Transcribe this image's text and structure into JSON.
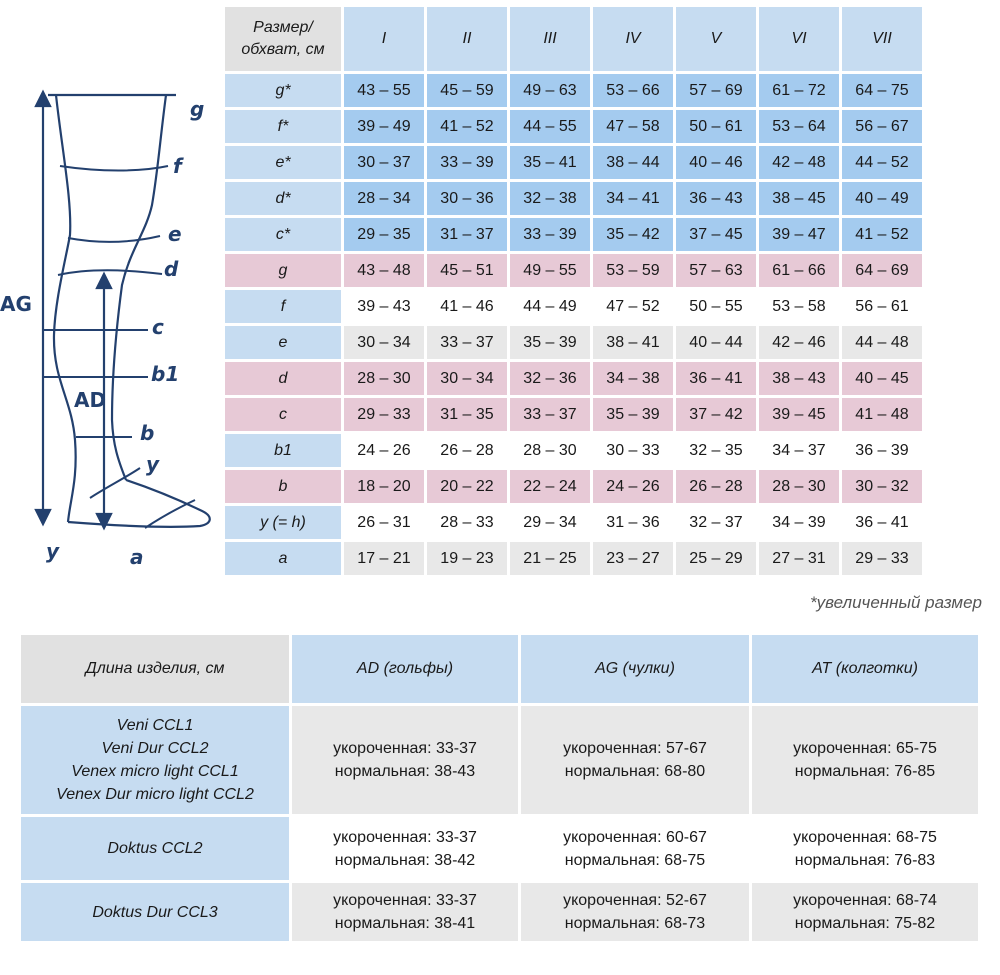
{
  "diagram": {
    "labels": {
      "g": "g",
      "f": "f",
      "e": "e",
      "d": "d",
      "c": "c",
      "b1": "b1",
      "b": "b",
      "y_ankle": "y",
      "y_heel": "y",
      "a": "a",
      "AG": "AG",
      "AD": "AD"
    }
  },
  "size_table": {
    "header_label_line1": "Размер/",
    "header_label_line2": "обхват, см",
    "sizes": [
      "I",
      "II",
      "III",
      "IV",
      "V",
      "VI",
      "VII"
    ],
    "rows": [
      {
        "label": "g*",
        "style": "blue",
        "values": [
          "43 – 55",
          "45 – 59",
          "49 – 63",
          "53 – 66",
          "57 – 69",
          "61 – 72",
          "64 – 75"
        ]
      },
      {
        "label": "f*",
        "style": "blue",
        "values": [
          "39 – 49",
          "41 – 52",
          "44 – 55",
          "47 – 58",
          "50 – 61",
          "53 – 64",
          "56 – 67"
        ]
      },
      {
        "label": "e*",
        "style": "blue",
        "values": [
          "30 – 37",
          "33 – 39",
          "35 – 41",
          "38 – 44",
          "40 – 46",
          "42 – 48",
          "44 – 52"
        ]
      },
      {
        "label": "d*",
        "style": "blue",
        "values": [
          "28 – 34",
          "30 – 36",
          "32 – 38",
          "34 – 41",
          "36 – 43",
          "38 – 45",
          "40 – 49"
        ]
      },
      {
        "label": "c*",
        "style": "blue",
        "values": [
          "29 – 35",
          "31 – 37",
          "33 – 39",
          "35 – 42",
          "37 – 45",
          "39 – 47",
          "41 – 52"
        ]
      },
      {
        "label": "g",
        "style": "pink",
        "values": [
          "43 – 48",
          "45 – 51",
          "49 – 55",
          "53 – 59",
          "57 – 63",
          "61 – 66",
          "64 – 69"
        ]
      },
      {
        "label": "f",
        "style": "white",
        "values": [
          "39 – 43",
          "41 – 46",
          "44 – 49",
          "47 – 52",
          "50 – 55",
          "53 – 58",
          "56 – 61"
        ]
      },
      {
        "label": "e",
        "style": "grey",
        "values": [
          "30 – 34",
          "33 – 37",
          "35 – 39",
          "38 – 41",
          "40 – 44",
          "42 – 46",
          "44 – 48"
        ]
      },
      {
        "label": "d",
        "style": "pink",
        "values": [
          "28 – 30",
          "30 – 34",
          "32 – 36",
          "34 – 38",
          "36 – 41",
          "38 – 43",
          "40 – 45"
        ]
      },
      {
        "label": "c",
        "style": "pink",
        "values": [
          "29 – 33",
          "31 – 35",
          "33 – 37",
          "35 – 39",
          "37 – 42",
          "39 – 45",
          "41 – 48"
        ]
      },
      {
        "label": "b1",
        "style": "white",
        "values": [
          "24 – 26",
          "26 – 28",
          "28 – 30",
          "30 – 33",
          "32 – 35",
          "34 – 37",
          "36 – 39"
        ]
      },
      {
        "label": "b",
        "style": "pink",
        "values": [
          "18 – 20",
          "20 – 22",
          "22 – 24",
          "24 – 26",
          "26 – 28",
          "28 – 30",
          "30 – 32"
        ]
      },
      {
        "label": "y (= h)",
        "style": "white",
        "values": [
          "26 – 31",
          "28 – 33",
          "29 – 34",
          "31 – 36",
          "32 – 37",
          "34 – 39",
          "36 – 41"
        ]
      },
      {
        "label": "a",
        "style": "grey",
        "values": [
          "17 – 21",
          "19 – 23",
          "21 – 25",
          "23 – 27",
          "25 – 29",
          "27 – 31",
          "29 – 33"
        ]
      }
    ],
    "footnote": "*увеличенный размер"
  },
  "length_table": {
    "headers": [
      "Длина изделия, см",
      "AD (гольфы)",
      "AG (чулки)",
      "AT (колготки)"
    ],
    "rows": [
      {
        "products": [
          "Veni CCL1",
          "Veni Dur CCL2",
          "Venex micro light CCL1",
          "Venex Dur micro light CCL2"
        ],
        "AD": [
          "укороченная: 33-37",
          "нормальная: 38-43"
        ],
        "AG": [
          "укороченная: 57-67",
          "нормальная: 68-80"
        ],
        "AT": [
          "укороченная: 65-75",
          "нормальная: 76-85"
        ]
      },
      {
        "products": [
          "Doktus CCL2"
        ],
        "AD": [
          "укороченная: 33-37",
          "нормальная: 38-42"
        ],
        "AG": [
          "укороченная: 60-67",
          "нормальная: 68-75"
        ],
        "AT": [
          "укороченная: 68-75",
          "нормальная: 76-83"
        ]
      },
      {
        "products": [
          "Doktus Dur CCL3"
        ],
        "AD": [
          "укороченная: 33-37",
          "нормальная: 38-41"
        ],
        "AG": [
          "укороченная: 52-67",
          "нормальная: 68-73"
        ],
        "AT": [
          "укороченная: 68-74",
          "нормальная: 75-82"
        ]
      }
    ]
  }
}
